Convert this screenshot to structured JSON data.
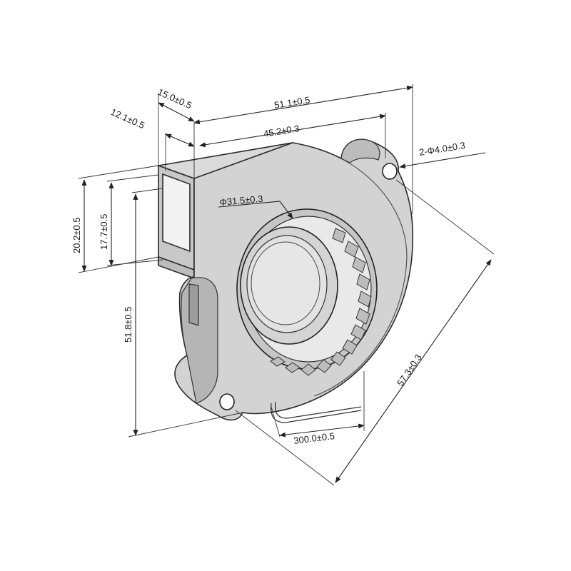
{
  "diagram": {
    "dimensions": {
      "d_15_0": "15.0±0.5",
      "d_12_1": "12.1±0.5",
      "d_51_1": "51.1±0.5",
      "d_45_2": "45.2±0.3",
      "d_hole": "2-Φ4.0±0.3",
      "d_dia": "Φ31.5±0.3",
      "d_20_2": "20.2±0.5",
      "d_17_7": "17.7±0.5",
      "d_51_8": "51.8±0.5",
      "d_57_3": "57.3±0.3",
      "d_300": "300.0±0.5"
    },
    "colors": {
      "body_fill": "#d3d3d3",
      "body_dark": "#a9a9a9",
      "inner_fill": "#e4e4e4",
      "line": "#222222"
    }
  }
}
